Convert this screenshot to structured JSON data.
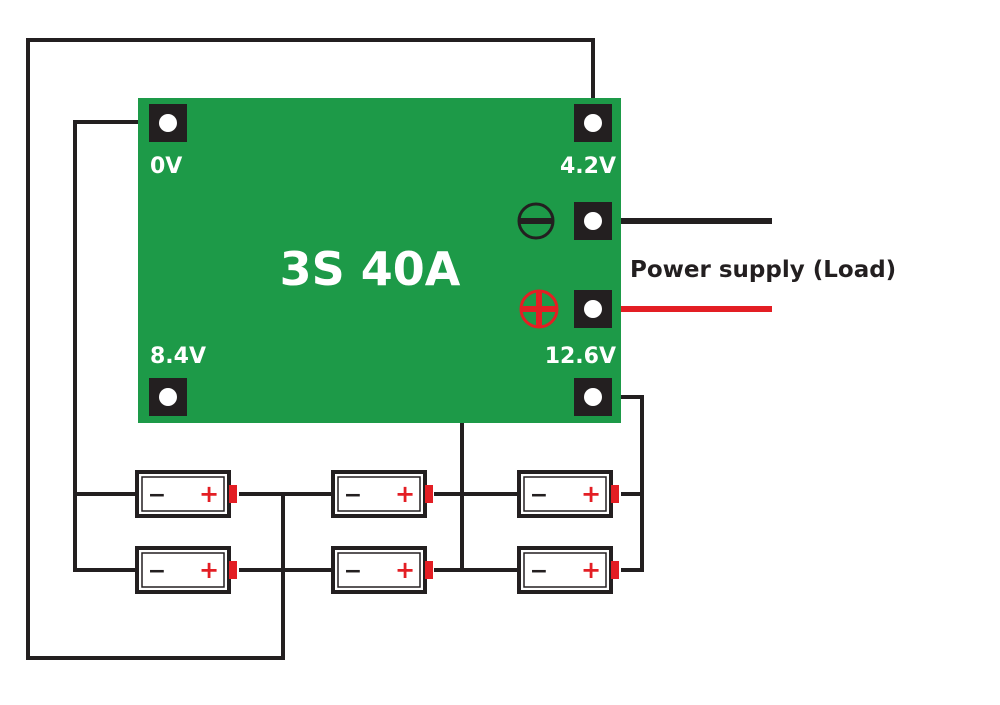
{
  "board": {
    "title": "3S 40A",
    "labels": {
      "b_minus": "0V",
      "b1": "4.2V",
      "b2": "8.4V",
      "b_plus": "12.6V"
    }
  },
  "load_label": "Power supply (Load)",
  "battery": {
    "minus_sign": "−",
    "plus_sign": "+"
  },
  "colors": {
    "board": "#1d9a48",
    "wire": "#231f20",
    "positive": "#e31e24",
    "terminal": "#231f20",
    "pad_hole": "#ffffff"
  }
}
